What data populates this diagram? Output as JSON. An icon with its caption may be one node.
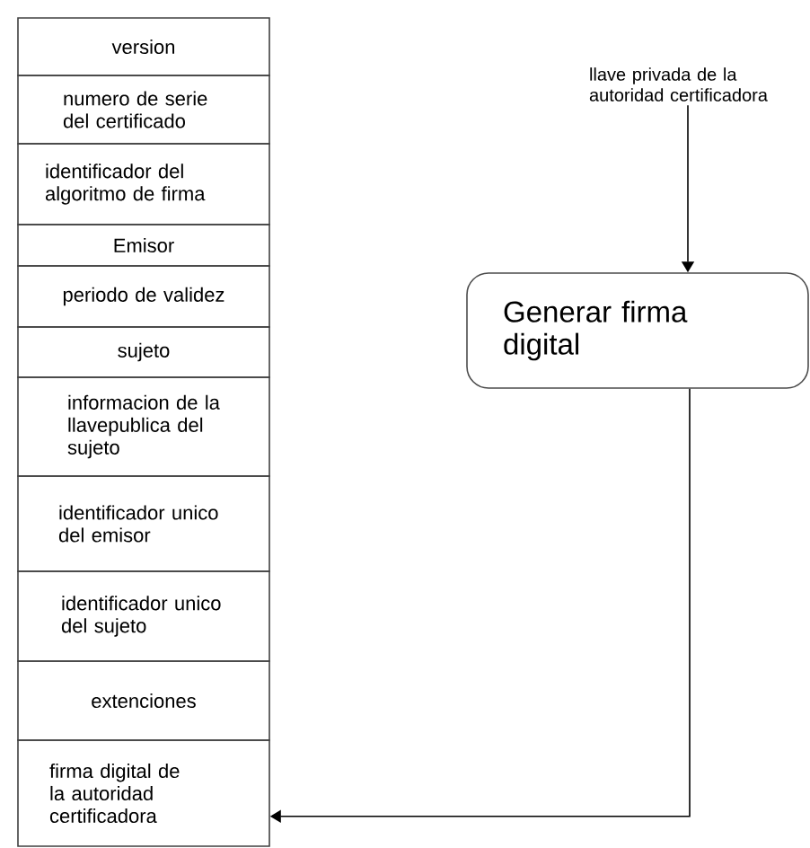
{
  "diagram": {
    "nodes": [
      {
        "text": [
          "version"
        ]
      },
      {
        "text": [
          "numero de serie del certificado"
        ]
      },
      {
        "text": [
          "identificador del algoritmo de firma"
        ]
      },
      {
        "text": [
          "Emisor"
        ]
      },
      {
        "text": [
          "periodo de validez"
        ]
      },
      {
        "text": [
          "sujeto"
        ]
      },
      {
        "text": [
          "informacion de la llavepublica del sujeto"
        ]
      },
      {
        "text": [
          "identificador unico del emisor"
        ]
      },
      {
        "text": [
          "identificador unico del sujeto"
        ]
      },
      {
        "text": [
          "extenciones"
        ]
      },
      {
        "text": [
          "firma digital de la autoridad certificadora"
        ]
      },
      {
        "text": [
          "llave privada de la autoridad certificadora"
        ]
      },
      {
        "text": [
          "Generar firma digital"
        ]
      }
    ],
    "edges": [
      {
        "from": 11,
        "to": 12,
        "arrow": "to"
      },
      {
        "from": 12,
        "to": 10,
        "arrow": "to"
      }
    ]
  }
}
